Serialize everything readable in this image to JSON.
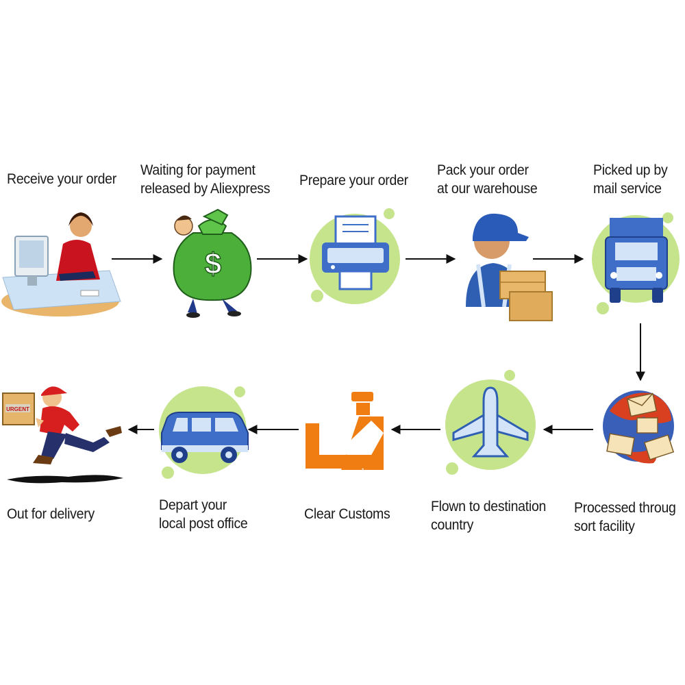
{
  "steps": [
    {
      "lines": [
        "Receive your order",
        ""
      ],
      "icon": "computer-operator-icon"
    },
    {
      "lines": [
        "Waiting for payment",
        "released by Aliexpress"
      ],
      "icon": "money-bag-icon"
    },
    {
      "lines": [
        "Prepare your order",
        ""
      ],
      "icon": "printer-icon"
    },
    {
      "lines": [
        "Pack your order",
        "at our warehouse"
      ],
      "icon": "warehouse-worker-icon"
    },
    {
      "lines": [
        "Picked up by",
        "mail service"
      ],
      "icon": "mail-truck-icon"
    },
    {
      "lines": [
        "Processed throug",
        "sort facility"
      ],
      "icon": "mail-globe-icon"
    },
    {
      "lines": [
        "Flown to destination",
        "country"
      ],
      "icon": "airplane-icon"
    },
    {
      "lines": [
        "Clear Customs",
        ""
      ],
      "icon": "customs-officer-icon"
    },
    {
      "lines": [
        "Depart your",
        "local post office"
      ],
      "icon": "car-icon"
    },
    {
      "lines": [
        "Out for delivery",
        ""
      ],
      "icon": "courier-running-icon"
    }
  ],
  "colors": {
    "green_blob": "#c5e48c",
    "blue": "#3f6ec8",
    "light_blue": "#d4e4f8",
    "orange": "#f07d12",
    "red": "#d81f1f",
    "arrow": "#111111"
  },
  "icon_text": {
    "dollar": "$",
    "urgent_box": "URGENT"
  }
}
